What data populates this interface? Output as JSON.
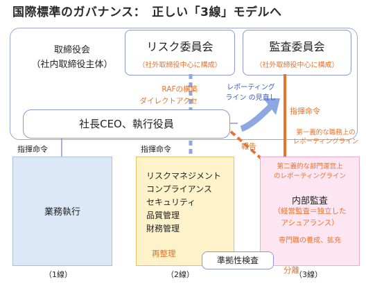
{
  "title": "国際標準のガバナンス：　正しい「3線」モデルへ",
  "board": {
    "line1": "取締役会",
    "line2": "（社内取締役主体）"
  },
  "risk_committee": {
    "name": "リスク委員会",
    "sub": "（社外取締役中心に構成）"
  },
  "audit_committee": {
    "name": "監査委員会",
    "sub": "（社外取締役中心に構成）"
  },
  "raf": {
    "line1": "RAFの構築",
    "line2": "ダイレクトアクセス、チャレンジ"
  },
  "reporting_review": {
    "line1": "レポーティング",
    "line2": "ライン の見直し"
  },
  "directive_audit": "指揮命令",
  "primary_reporting": {
    "line1": "第一義的な職務上の",
    "line2": "レポーティングライン"
  },
  "report": "報告",
  "ceo": "社長CEO、執行役員",
  "directive_left": "指揮命令",
  "directive_mid": "指揮命令",
  "line1_box": {
    "text": "業務執行"
  },
  "line2_box": {
    "items": [
      "リスクマネジメント",
      "コンプライアンス",
      "セキュリティ",
      "品質管理",
      "財務管理"
    ]
  },
  "reorganize": "再整理",
  "line3_box": {
    "secondary_line1": "第二義的な部門運営上",
    "secondary_line2": "のレポーティングライン",
    "name": "内部監査",
    "sub1": "（経営監査＝独立した",
    "sub2": "アシュアランス）",
    "note": "専門職の養成、拡充"
  },
  "compliance_check": "準拠性検査",
  "separation": "分離",
  "line_labels": {
    "one": "（1線）",
    "two": "（2線）",
    "three": "（3線）"
  },
  "colors": {
    "accent_orange": "#e8732a",
    "border_blue": "#8b96d2",
    "dashed_blue": "#8fa7e0",
    "line1_fill": "#dce8f7",
    "line2_fill": "#fdf2c9",
    "line3_fill": "#fde5f2"
  }
}
